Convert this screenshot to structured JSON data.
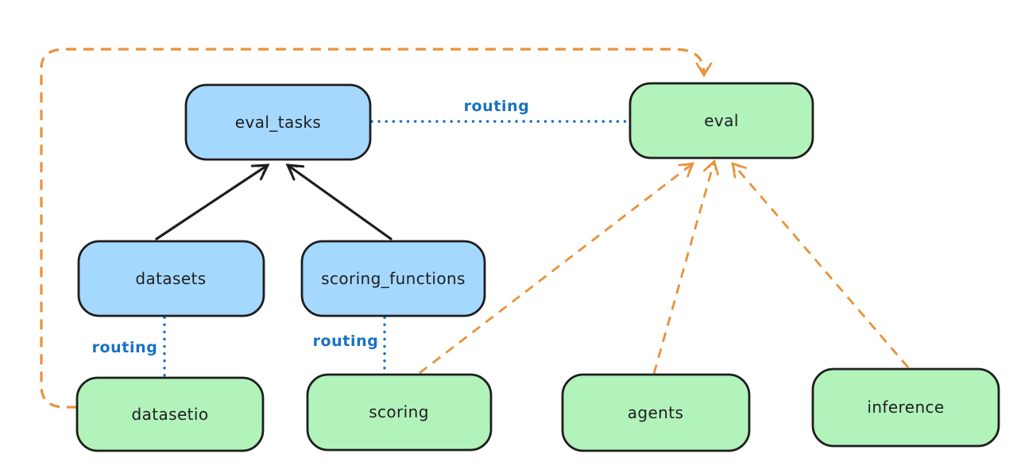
{
  "diagram": {
    "type": "flow-diagram",
    "background": "#ffffff",
    "colors": {
      "node_stroke": "#1e1e1e",
      "node_fill_blue": "#a5d8ff",
      "node_fill_green": "#b2f2bb",
      "label_text": "#1e1e1e",
      "routing_blue": "#1971c2",
      "connector_orange": "#e8923c",
      "connector_black": "#1e1e1e"
    },
    "nodes": [
      {
        "id": "eval_tasks",
        "label": "eval_tasks",
        "fill": "blue"
      },
      {
        "id": "eval",
        "label": "eval",
        "fill": "green"
      },
      {
        "id": "datasets",
        "label": "datasets",
        "fill": "blue"
      },
      {
        "id": "scoring_functions",
        "label": "scoring_functions",
        "fill": "blue"
      },
      {
        "id": "datasetio",
        "label": "datasetio",
        "fill": "green"
      },
      {
        "id": "scoring",
        "label": "scoring",
        "fill": "green"
      },
      {
        "id": "agents",
        "label": "agents",
        "fill": "green"
      },
      {
        "id": "inference",
        "label": "inference",
        "fill": "green"
      }
    ],
    "edges": [
      {
        "from": "datasets",
        "to": "eval_tasks",
        "style": "solid",
        "color": "black",
        "arrow": true
      },
      {
        "from": "scoring_functions",
        "to": "eval_tasks",
        "style": "solid",
        "color": "black",
        "arrow": true
      },
      {
        "from": "eval_tasks",
        "to": "eval",
        "style": "dotted",
        "color": "blue",
        "arrow": false,
        "label": "routing"
      },
      {
        "from": "datasets",
        "to": "datasetio",
        "style": "dotted",
        "color": "blue",
        "arrow": false,
        "label": "routing"
      },
      {
        "from": "scoring_functions",
        "to": "scoring",
        "style": "dotted",
        "color": "blue",
        "arrow": false,
        "label": "routing"
      },
      {
        "from": "datasetio",
        "to": "eval",
        "style": "dashed",
        "color": "orange",
        "arrow": true,
        "route": "left-and-top"
      },
      {
        "from": "scoring",
        "to": "eval",
        "style": "dashed",
        "color": "orange",
        "arrow": true
      },
      {
        "from": "agents",
        "to": "eval",
        "style": "dashed",
        "color": "orange",
        "arrow": true
      },
      {
        "from": "inference",
        "to": "eval",
        "style": "dashed",
        "color": "orange",
        "arrow": true
      }
    ]
  }
}
